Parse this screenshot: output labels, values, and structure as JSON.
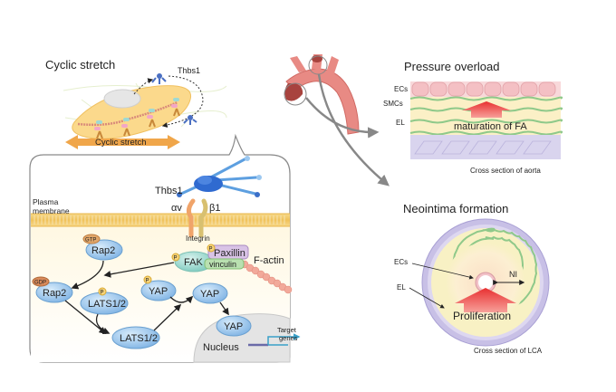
{
  "cyclic_panel": {
    "title": "Cyclic stretch",
    "thbs1_label": "Thbs1",
    "arrow_label": "Cyclic stretch"
  },
  "inset": {
    "thbs1_label": "Thbs1",
    "membrane_label_1": "Plasma",
    "membrane_label_2": "membrane",
    "alpha": "αv",
    "beta": "β1",
    "integrin": "Integrin",
    "phospho": "P",
    "gtp": "GTP",
    "gdp": "GDP",
    "rap2_top": "Rap2",
    "rap2_bottom": "Rap2",
    "fak": "FAK",
    "paxillin": "Paxillin",
    "vinculin": "vinculin",
    "factin": "F-actin",
    "lats_p": "LATS1/2",
    "lats": "LATS1/2",
    "yap_p": "YAP",
    "yap_cyto": "YAP",
    "yap_nuc": "YAP",
    "nucleus": "Nucleus",
    "target_1": "Target",
    "target_2": "genes"
  },
  "pressure_panel": {
    "title": "Pressure overload",
    "ecs": "ECs",
    "smcs": "SMCs",
    "el": "EL",
    "arrow_label": "maturation of FA",
    "caption": "Cross section of aorta"
  },
  "neointima_panel": {
    "title": "Neointima formation",
    "ecs": "ECs",
    "el": "EL",
    "ni": "NI",
    "arrow_label": "Proliferation",
    "caption": "Cross section of LCA"
  }
}
